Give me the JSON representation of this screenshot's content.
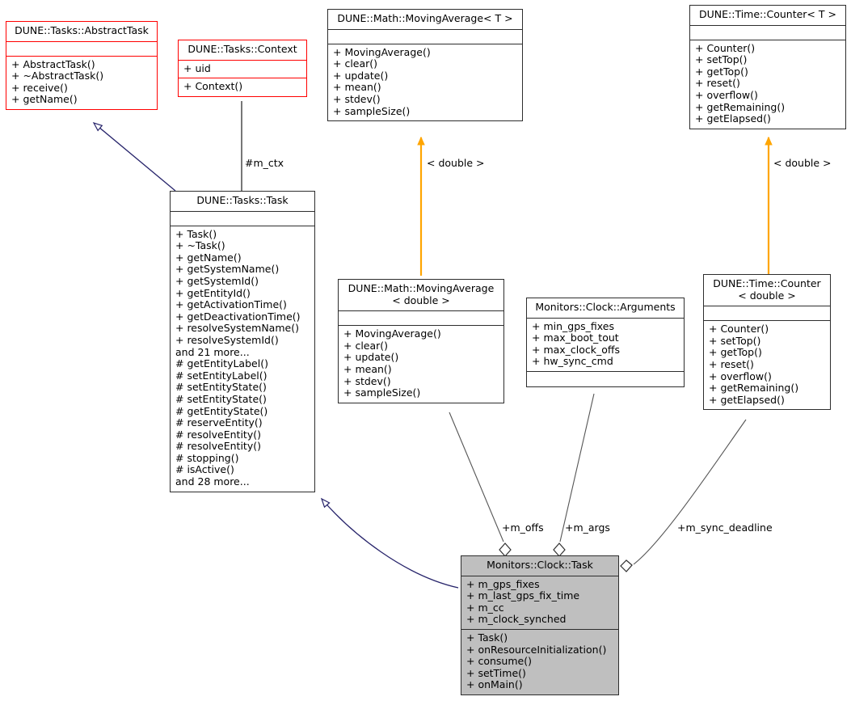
{
  "diagram": {
    "type": "uml-class-diagram",
    "title": "Monitors::Clock::Task collaboration diagram",
    "colors": {
      "inheritance_edge": "#27246b",
      "template_edge": "#ffa500",
      "aggregation_edge": "#555555",
      "highlight_fill": "#bfbfbf",
      "red_border": "#ff0000",
      "default_border": "#2d2d2d"
    }
  },
  "classes": {
    "abstract_task": {
      "name": "DUNE::Tasks::AbstractTask",
      "attributes": [],
      "methods": [
        "+ AbstractTask()",
        "+ ~AbstractTask()",
        "+ receive()",
        "+ getName()"
      ]
    },
    "context": {
      "name": "DUNE::Tasks::Context",
      "attributes": [
        "+ uid"
      ],
      "methods": [
        "+ Context()"
      ]
    },
    "moving_average_t": {
      "name": "DUNE::Math::MovingAverage< T >",
      "attributes": [],
      "methods": [
        "+ MovingAverage()",
        "+ clear()",
        "+ update()",
        "+ mean()",
        "+ stdev()",
        "+ sampleSize()"
      ]
    },
    "counter_t": {
      "name": "DUNE::Time::Counter< T >",
      "attributes": [],
      "methods": [
        "+ Counter()",
        "+ setTop()",
        "+ getTop()",
        "+ reset()",
        "+ overflow()",
        "+ getRemaining()",
        "+ getElapsed()"
      ]
    },
    "tasks_task": {
      "name": "DUNE::Tasks::Task",
      "attributes": [],
      "methods": [
        "+ Task()",
        "+ ~Task()",
        "+ getName()",
        "+ getSystemName()",
        "+ getSystemId()",
        "+ getEntityId()",
        "+ getActivationTime()",
        "+ getDeactivationTime()",
        "+ resolveSystemName()",
        "+ resolveSystemId()",
        "and 21 more...",
        "# getEntityLabel()",
        "# setEntityLabel()",
        "# setEntityState()",
        "# setEntityState()",
        "# getEntityState()",
        "# reserveEntity()",
        "# resolveEntity()",
        "# resolveEntity()",
        "# stopping()",
        "# isActive()",
        "and 28 more..."
      ]
    },
    "moving_average_double": {
      "name": "DUNE::Math::MovingAverage\n< double >",
      "attributes": [],
      "methods": [
        "+ MovingAverage()",
        "+ clear()",
        "+ update()",
        "+ mean()",
        "+ stdev()",
        "+ sampleSize()"
      ]
    },
    "clock_arguments": {
      "name": "Monitors::Clock::Arguments",
      "attributes": [
        "+ min_gps_fixes",
        "+ max_boot_tout",
        "+ max_clock_offs",
        "+ hw_sync_cmd"
      ],
      "methods": []
    },
    "counter_double": {
      "name": "DUNE::Time::Counter\n< double >",
      "attributes": [],
      "methods": [
        "+ Counter()",
        "+ setTop()",
        "+ getTop()",
        "+ reset()",
        "+ overflow()",
        "+ getRemaining()",
        "+ getElapsed()"
      ]
    },
    "clock_task": {
      "name": "Monitors::Clock::Task",
      "attributes": [
        "+ m_gps_fixes",
        "+ m_last_gps_fix_time",
        "+ m_cc",
        "+ m_clock_synched"
      ],
      "methods": [
        "+ Task()",
        "+ onResourceInitialization()",
        "+ consume()",
        "+ setTime()",
        "+ onMain()"
      ]
    }
  },
  "edges": {
    "ctx_label": "#m_ctx",
    "template_double_ma": "< double >",
    "template_double_counter": "< double >",
    "m_offs": "+m_offs",
    "m_args": "+m_args",
    "m_sync_deadline": "+m_sync_deadline"
  }
}
